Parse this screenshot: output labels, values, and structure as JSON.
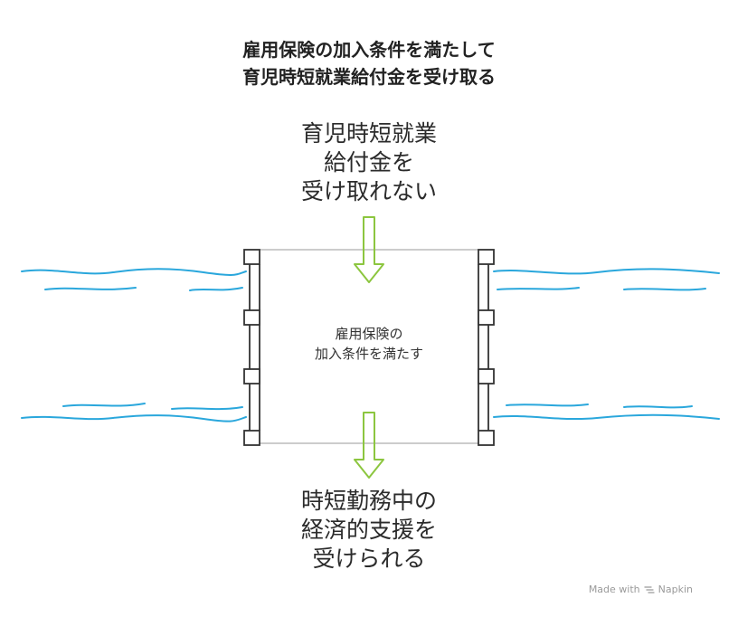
{
  "title": {
    "line1": "雇用保険の加入条件を満たして",
    "line2": "育児時短就業給付金を受け取る"
  },
  "top_label": {
    "line1": "育児時短就業",
    "line2": "給付金を",
    "line3": "受け取れない"
  },
  "box_label": {
    "line1": "雇用保険の",
    "line2": "加入条件を満たす"
  },
  "bottom_label": {
    "line1": "時短勤務中の",
    "line2": "経済的支援を",
    "line3": "受けられる"
  },
  "footer": {
    "made_with": "Made with",
    "brand": "Napkin",
    "brand_icon": "napkin-logo-icon"
  },
  "colors": {
    "water": "#2aa7dc",
    "arrow": "#8cc63f",
    "frame": "#333333",
    "box_border": "#9a9a9a"
  }
}
